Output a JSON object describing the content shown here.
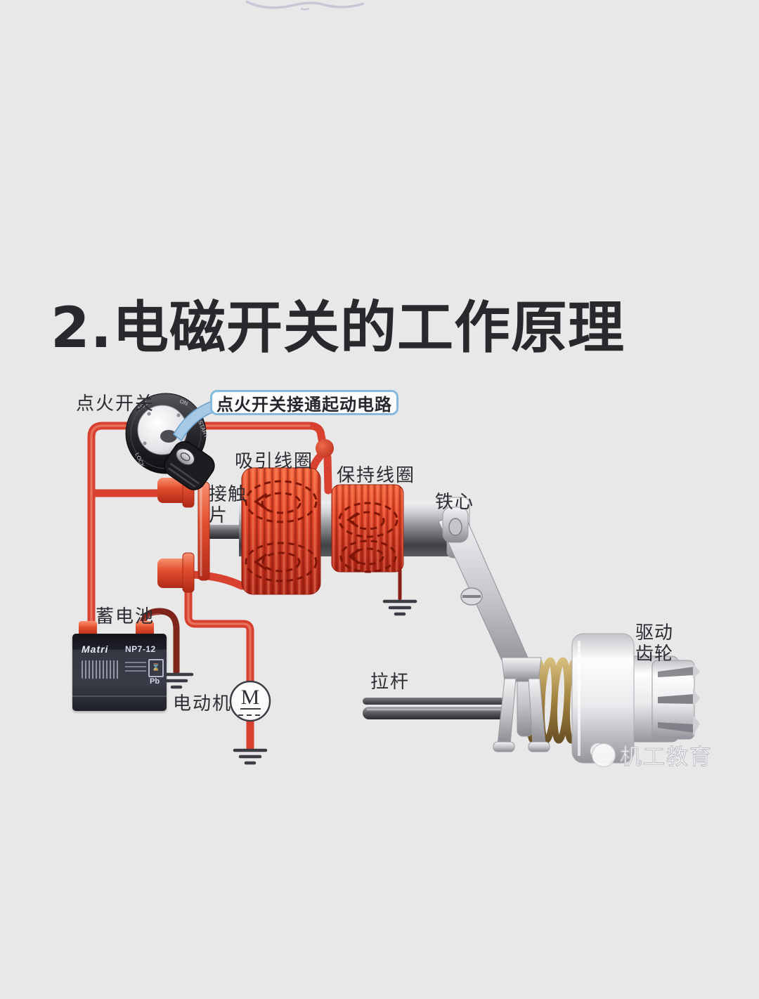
{
  "title": "2.电磁开关的工作原理",
  "callout": {
    "text": "点火开关接通起动电路"
  },
  "labels": {
    "ignition_switch": "点火开关",
    "pull_in_coil": "吸引线圈",
    "hold_in_coil": "保持线圈",
    "iron_core": "铁心",
    "contact_plate_line1": "接触",
    "contact_plate_line2": "片",
    "battery": "蓄电池",
    "motor": "电动机",
    "pull_rod": "拉杆",
    "drive_gear_line1": "驱动",
    "drive_gear_line2": "齿轮"
  },
  "ignition_switch": {
    "markings": [
      "LOCK",
      "ACC",
      "ON",
      "START"
    ]
  },
  "battery_plate": {
    "brand": "Matri",
    "model": "NP7-12",
    "material_code": "Pb"
  },
  "motor": {
    "symbol": "M"
  },
  "watermark": {
    "text": "机工教育"
  },
  "colors": {
    "background": "#e9e8e8",
    "wire_red": "#d8402f",
    "wire_dark_red": "#7e241a",
    "coil_red": "#e3472a",
    "callout_border": "#85b9de",
    "title_text": "#28282d",
    "label_text": "#2c2c33"
  }
}
